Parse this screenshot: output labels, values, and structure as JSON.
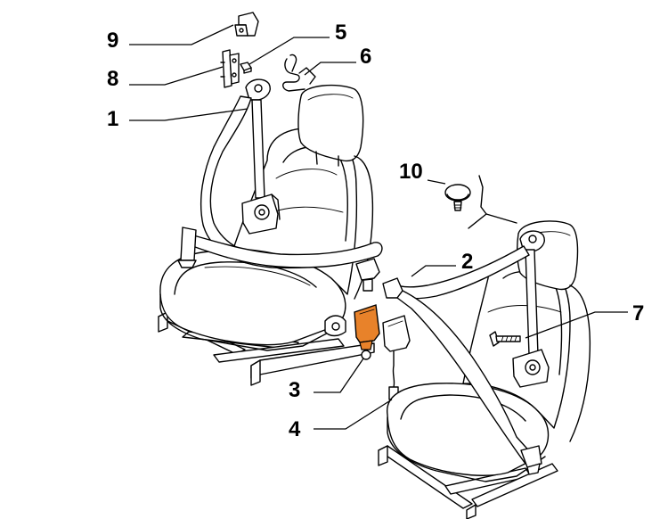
{
  "callouts": {
    "c1": "1",
    "c2": "2",
    "c3": "3",
    "c4": "4",
    "c5": "5",
    "c6": "6",
    "c7": "7",
    "c8": "8",
    "c9": "9",
    "c10": "10"
  },
  "colors": {
    "highlight": "#e8822a",
    "line": "#000000",
    "background": "#ffffff"
  }
}
